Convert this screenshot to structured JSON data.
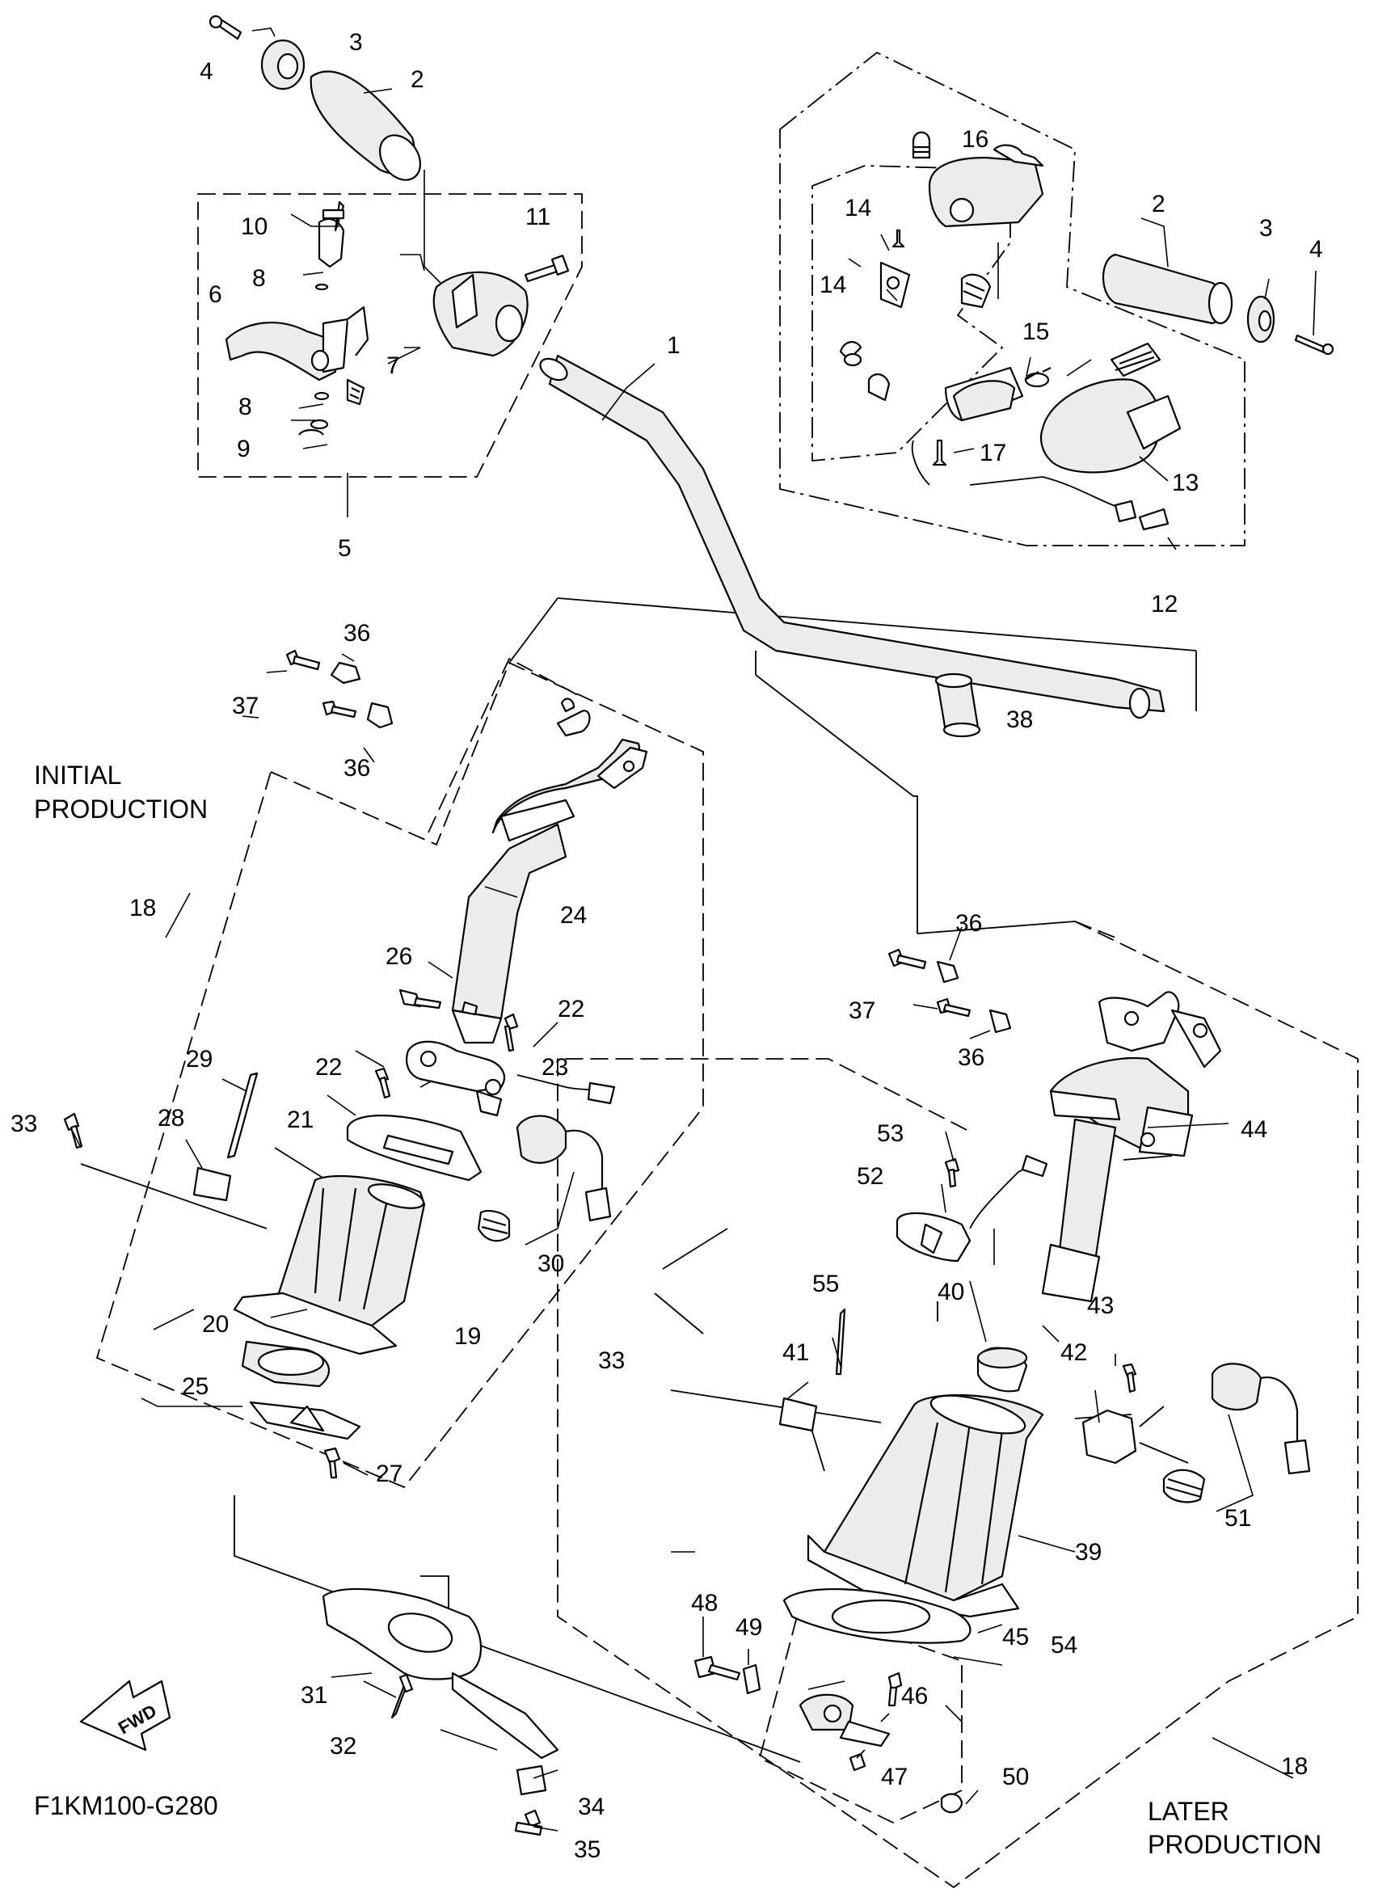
{
  "diagram_code": "F1KM100-G280",
  "captions": {
    "initial_line1": "INITIAL",
    "initial_line2": "PRODUCTION",
    "later_line1": "LATER",
    "later_line2": "PRODUCTION",
    "fwd": "FWD"
  },
  "callouts": {
    "p1": "1",
    "p2a": "2",
    "p2b": "2",
    "p3a": "3",
    "p3b": "3",
    "p4a": "4",
    "p4b": "4",
    "p5": "5",
    "p6": "6",
    "p7": "7",
    "p8a": "8",
    "p8b": "8",
    "p9": "9",
    "p10": "10",
    "p11": "11",
    "p12": "12",
    "p13": "13",
    "p14a": "14",
    "p14b": "14",
    "p15": "15",
    "p16": "16",
    "p17": "17",
    "p18a": "18",
    "p18b": "18",
    "p19": "19",
    "p20": "20",
    "p21": "21",
    "p22a": "22",
    "p22b": "22",
    "p23": "23",
    "p24": "24",
    "p25": "25",
    "p26": "26",
    "p27": "27",
    "p28": "28",
    "p29": "29",
    "p30": "30",
    "p31": "31",
    "p32": "32",
    "p33a": "33",
    "p33b": "33",
    "p34": "34",
    "p35": "35",
    "p36a": "36",
    "p36b": "36",
    "p36c": "36",
    "p36d": "36",
    "p37a": "37",
    "p37b": "37",
    "p38": "38",
    "p39": "39",
    "p40": "40",
    "p41": "41",
    "p42": "42",
    "p43": "43",
    "p44": "44",
    "p45": "45",
    "p46": "46",
    "p47": "47",
    "p48": "48",
    "p49": "49",
    "p50": "50",
    "p51": "51",
    "p52": "52",
    "p53": "53",
    "p54": "54",
    "p55": "55"
  }
}
